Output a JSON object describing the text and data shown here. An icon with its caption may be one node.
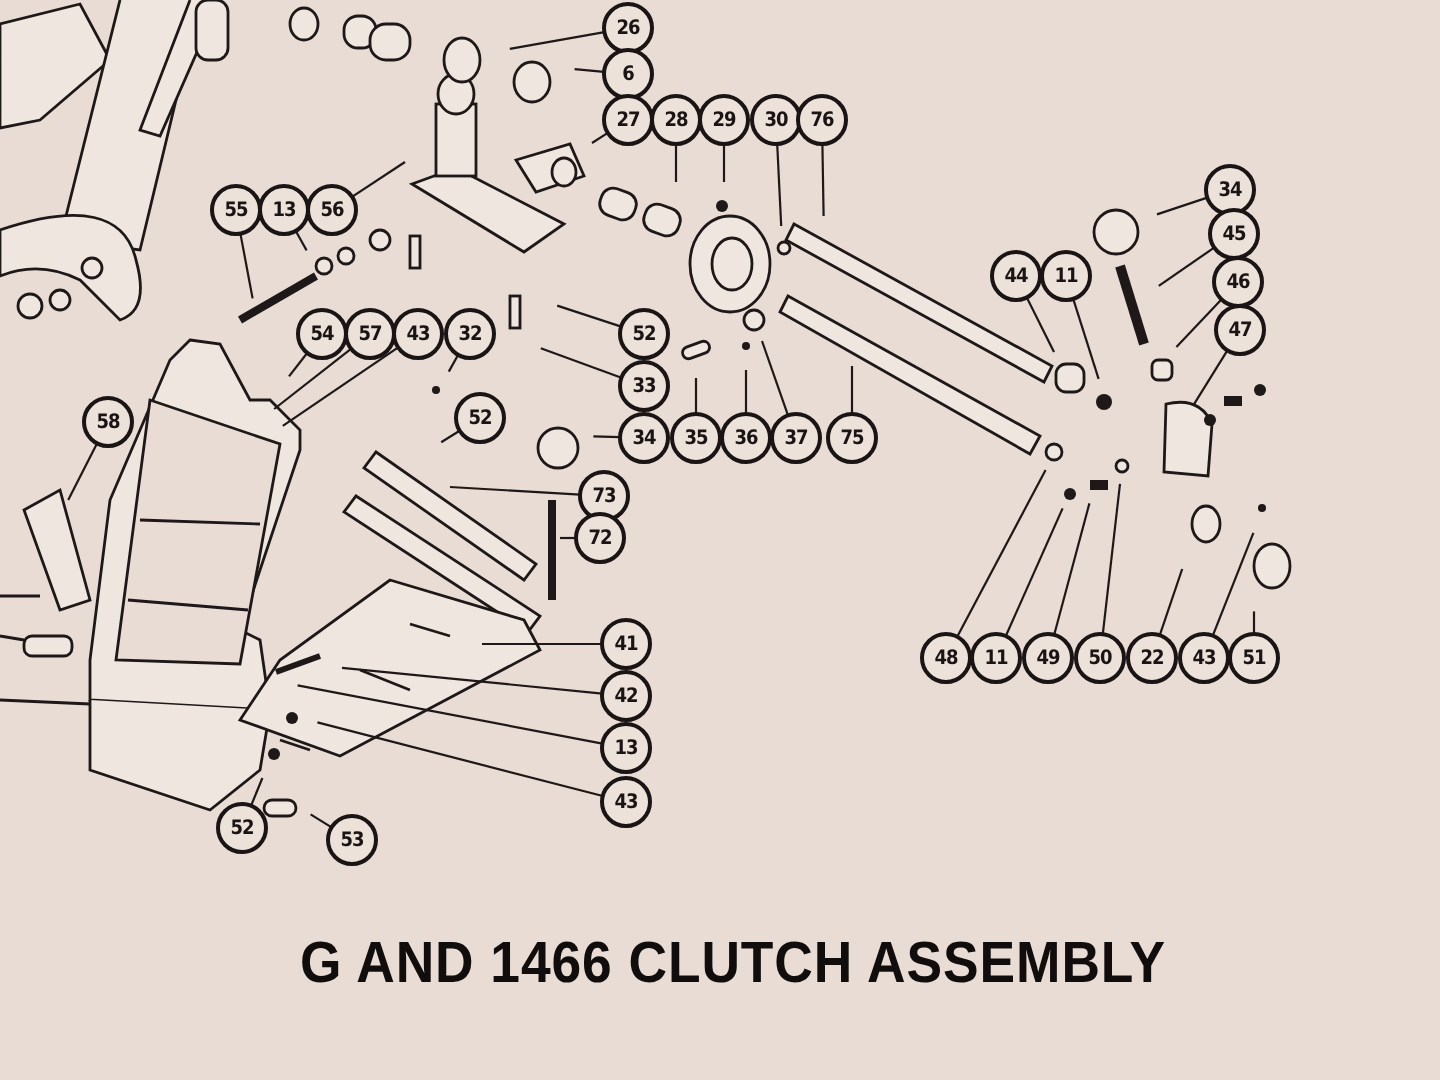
{
  "diagram": {
    "title": "G AND 1466 CLUTCH ASSEMBLY",
    "nodes": [
      {
        "text": [
          "26"
        ]
      },
      {
        "text": [
          "6"
        ]
      },
      {
        "text": [
          "27"
        ]
      },
      {
        "text": [
          "28"
        ]
      },
      {
        "text": [
          "29"
        ]
      },
      {
        "text": [
          "30"
        ]
      },
      {
        "text": [
          "76"
        ]
      },
      {
        "text": [
          "34"
        ]
      },
      {
        "text": [
          "55"
        ]
      },
      {
        "text": [
          "13"
        ]
      },
      {
        "text": [
          "56"
        ]
      },
      {
        "text": [
          "45"
        ]
      },
      {
        "text": [
          "44"
        ]
      },
      {
        "text": [
          "11"
        ]
      },
      {
        "text": [
          "46"
        ]
      },
      {
        "text": [
          "52"
        ]
      },
      {
        "text": [
          "54"
        ]
      },
      {
        "text": [
          "57"
        ]
      },
      {
        "text": [
          "43"
        ]
      },
      {
        "text": [
          "32"
        ]
      },
      {
        "text": [
          "47"
        ]
      },
      {
        "text": [
          "33"
        ]
      },
      {
        "text": [
          "52"
        ]
      },
      {
        "text": [
          "58"
        ]
      },
      {
        "text": [
          "34"
        ]
      },
      {
        "text": [
          "35"
        ]
      },
      {
        "text": [
          "36"
        ]
      },
      {
        "text": [
          "37"
        ]
      },
      {
        "text": [
          "75"
        ]
      },
      {
        "text": [
          "73"
        ]
      },
      {
        "text": [
          "72"
        ]
      },
      {
        "text": [
          "41"
        ]
      },
      {
        "text": [
          "48"
        ]
      },
      {
        "text": [
          "11"
        ]
      },
      {
        "text": [
          "49"
        ]
      },
      {
        "text": [
          "50"
        ]
      },
      {
        "text": [
          "22"
        ]
      },
      {
        "text": [
          "43"
        ]
      },
      {
        "text": [
          "51"
        ]
      },
      {
        "text": [
          "42"
        ]
      },
      {
        "text": [
          "13"
        ]
      },
      {
        "text": [
          "43"
        ]
      },
      {
        "text": [
          "52"
        ]
      },
      {
        "text": [
          "53"
        ]
      }
    ],
    "edges": [
      {
        "from": 0,
        "to": null,
        "arrow": "none"
      },
      {
        "from": 1,
        "to": null,
        "arrow": "none"
      },
      {
        "from": 2,
        "to": null,
        "arrow": "none"
      },
      {
        "from": 3,
        "to": null,
        "arrow": "none"
      },
      {
        "from": 4,
        "to": null,
        "arrow": "none"
      },
      {
        "from": 5,
        "to": null,
        "arrow": "none"
      },
      {
        "from": 6,
        "to": null,
        "arrow": "none"
      },
      {
        "from": 7,
        "to": null,
        "arrow": "none"
      },
      {
        "from": 8,
        "to": null,
        "arrow": "none"
      },
      {
        "from": 9,
        "to": null,
        "arrow": "none"
      },
      {
        "from": 10,
        "to": null,
        "arrow": "none"
      },
      {
        "from": 11,
        "to": null,
        "arrow": "none"
      },
      {
        "from": 12,
        "to": null,
        "arrow": "none"
      },
      {
        "from": 13,
        "to": null,
        "arrow": "none"
      },
      {
        "from": 14,
        "to": null,
        "arrow": "none"
      },
      {
        "from": 15,
        "to": null,
        "arrow": "none"
      },
      {
        "from": 16,
        "to": null,
        "arrow": "none"
      },
      {
        "from": 17,
        "to": null,
        "arrow": "none"
      },
      {
        "from": 18,
        "to": null,
        "arrow": "none"
      },
      {
        "from": 19,
        "to": null,
        "arrow": "none"
      },
      {
        "from": 20,
        "to": null,
        "arrow": "none"
      },
      {
        "from": 21,
        "to": null,
        "arrow": "none"
      },
      {
        "from": 22,
        "to": null,
        "arrow": "none"
      },
      {
        "from": 23,
        "to": null,
        "arrow": "none"
      },
      {
        "from": 24,
        "to": null,
        "arrow": "none"
      },
      {
        "from": 25,
        "to": null,
        "arrow": "none"
      },
      {
        "from": 26,
        "to": null,
        "arrow": "none"
      },
      {
        "from": 27,
        "to": null,
        "arrow": "none"
      },
      {
        "from": 28,
        "to": null,
        "arrow": "none"
      },
      {
        "from": 29,
        "to": null,
        "arrow": "none"
      },
      {
        "from": 30,
        "to": null,
        "arrow": "none"
      },
      {
        "from": 31,
        "to": null,
        "arrow": "none"
      },
      {
        "from": 32,
        "to": null,
        "arrow": "none"
      },
      {
        "from": 33,
        "to": null,
        "arrow": "none"
      },
      {
        "from": 34,
        "to": null,
        "arrow": "none"
      },
      {
        "from": 35,
        "to": null,
        "arrow": "none"
      },
      {
        "from": 36,
        "to": null,
        "arrow": "none"
      },
      {
        "from": 37,
        "to": null,
        "arrow": "none"
      },
      {
        "from": 38,
        "to": null,
        "arrow": "none"
      },
      {
        "from": 39,
        "to": null,
        "arrow": "none"
      },
      {
        "from": 40,
        "to": null,
        "arrow": "none"
      },
      {
        "from": 41,
        "to": null,
        "arrow": "none"
      },
      {
        "from": 42,
        "to": null,
        "arrow": "none"
      },
      {
        "from": 43,
        "to": null,
        "arrow": "none"
      }
    ]
  }
}
